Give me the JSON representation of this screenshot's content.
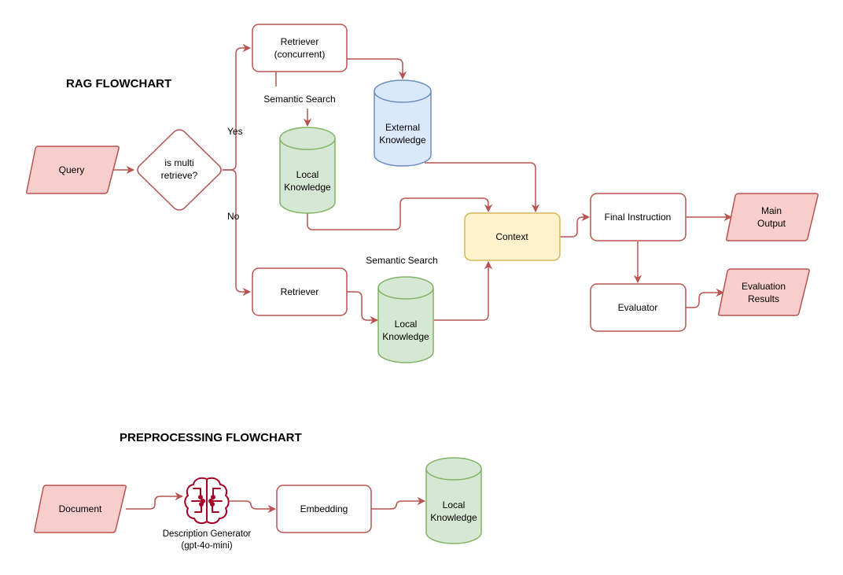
{
  "rag": {
    "heading": "RAG FLOWCHART",
    "query": "Query",
    "decision": [
      "is multi",
      "retrieve?"
    ],
    "yes": "Yes",
    "no": "No",
    "retriever_concurrent": [
      "Retriever",
      "(concurrent)"
    ],
    "semantic_search_top": "Semantic Search",
    "external_knowledge": [
      "External",
      "Knowledge"
    ],
    "local_knowledge_top": [
      "Local",
      "Knowledge"
    ],
    "context": "Context",
    "final_instruction": "Final Instruction",
    "main_output": [
      "Main",
      "Output"
    ],
    "evaluator": "Evaluator",
    "evaluation_results": [
      "Evaluation",
      "Results"
    ],
    "retriever": "Retriever",
    "semantic_search_bottom": "Semantic Search",
    "local_knowledge_bottom": [
      "Local",
      "Knowledge"
    ]
  },
  "pre": {
    "heading": "PREPROCESSING FLOWCHART",
    "document": "Document",
    "description_generator": [
      "Description Generator",
      "(gpt-4o-mini)"
    ],
    "embedding": "Embedding",
    "local_knowledge": [
      "Local",
      "Knowledge"
    ]
  },
  "colors": {
    "edge": "#b85450",
    "red_fill": "#f8cecc",
    "green_fill": "#d5e8d4",
    "green_stroke": "#82b366",
    "blue_fill": "#dae8fc",
    "blue_stroke": "#6c8ebf",
    "yellow_fill": "#fff2cc",
    "yellow_stroke": "#d6b656",
    "icon": "#a20025"
  },
  "icons": {
    "description_generator": "ai-brain-circuit-icon"
  }
}
